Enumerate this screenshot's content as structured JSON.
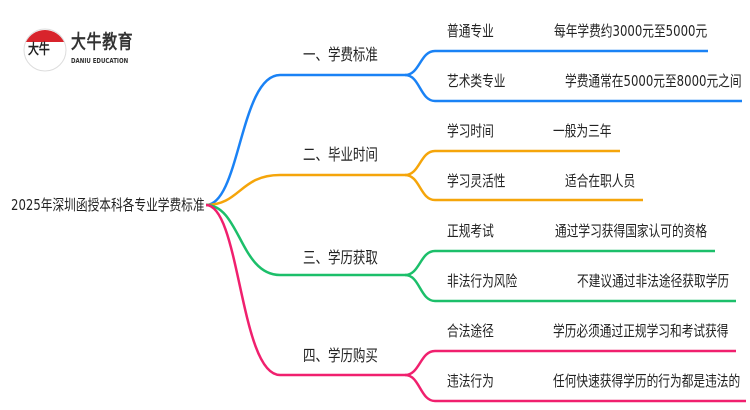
{
  "logo": {
    "brand_cn": "大牛教育",
    "brand_en": "DANIU EDUCATION",
    "mark": "大牛"
  },
  "root": "2025年深圳函授本科各专业学费标准",
  "colors": {
    "blue": "#1a82f5",
    "orange": "#f5a50a",
    "green": "#1cbf6a",
    "pink": "#f0206e"
  },
  "branches": [
    {
      "label": "一、学费标准",
      "children": [
        {
          "label": "普通专业",
          "value": "每年学费约3000元至5000元"
        },
        {
          "label": "艺术类专业",
          "value": "学费通常在5000元至8000元之间"
        }
      ]
    },
    {
      "label": "二、毕业时间",
      "children": [
        {
          "label": "学习时间",
          "value": "一般为三年"
        },
        {
          "label": "学习灵活性",
          "value": "适合在职人员"
        }
      ]
    },
    {
      "label": "三、学历获取",
      "children": [
        {
          "label": "正规考试",
          "value": "通过学习获得国家认可的资格"
        },
        {
          "label": "非法行为风险",
          "value": "不建议通过非法途径获取学历"
        }
      ]
    },
    {
      "label": "四、学历购买",
      "children": [
        {
          "label": "合法途径",
          "value": "学历必须通过正规学习和考试获得"
        },
        {
          "label": "违法行为",
          "value": "任何快速获得学历的行为都是违法的"
        }
      ]
    }
  ]
}
